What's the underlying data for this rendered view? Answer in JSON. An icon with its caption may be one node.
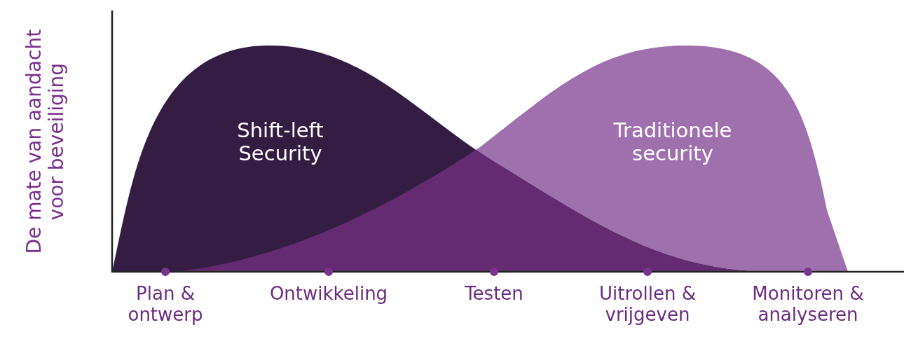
{
  "diagram": {
    "labels": [
      "De mate van aandacht voor beveiliging",
      "Shift-left Security",
      "Traditionele security",
      "Plan & ontwerp",
      "Ontwikkeling",
      "Testen",
      "Uitrollen & vrijgeven",
      "Monitoren & analyseren"
    ]
  }
}
